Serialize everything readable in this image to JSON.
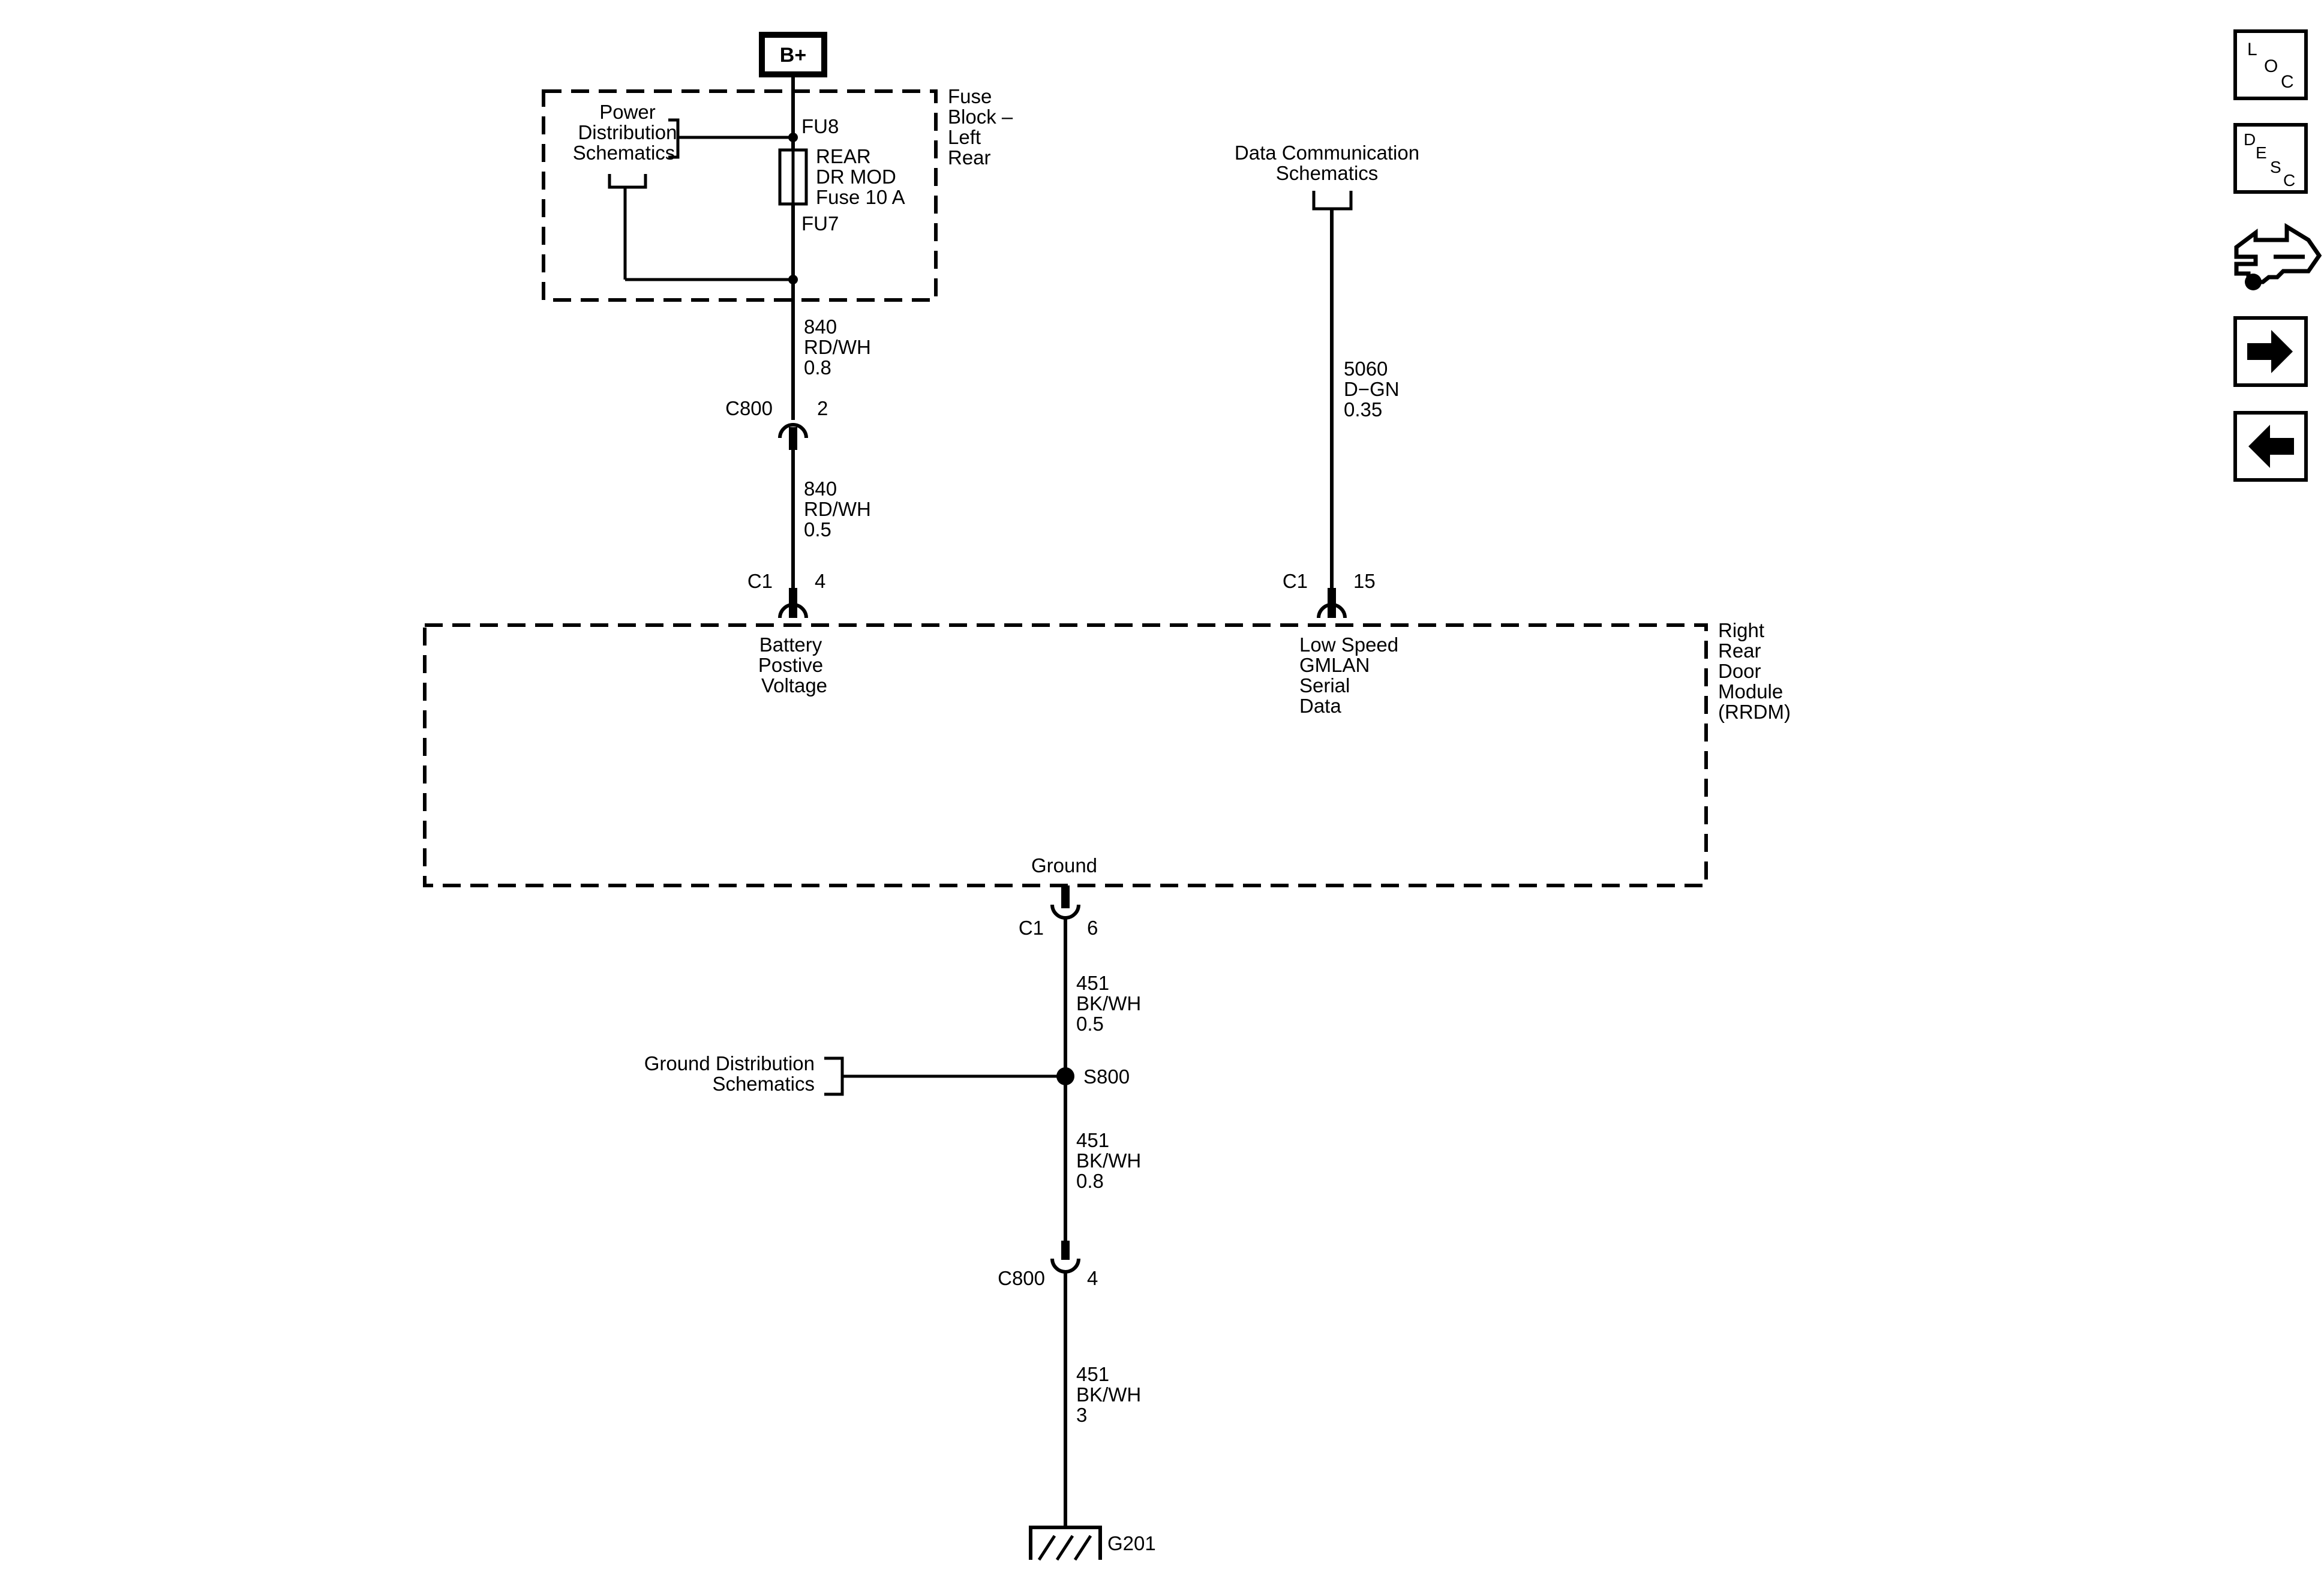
{
  "battery": {
    "label": "B+"
  },
  "fuse_block": {
    "title": [
      "Fuse",
      "Block –",
      "Left",
      "Rear"
    ],
    "power_dist_ref": [
      "Power",
      "Distribution",
      "Schematics"
    ],
    "terminal_top": "FU8",
    "fuse_label": [
      "REAR",
      "DR MOD",
      "Fuse 10 A"
    ],
    "terminal_bottom": "FU7"
  },
  "wires": {
    "w840_a": [
      "840",
      "RD/WH",
      "0.8"
    ],
    "w840_b": [
      "840",
      "RD/WH",
      "0.5"
    ],
    "w5060": [
      "5060",
      "D−GN",
      "0.35"
    ],
    "w451_a": [
      "451",
      "BK/WH",
      "0.5"
    ],
    "w451_b": [
      "451",
      "BK/WH",
      "0.8"
    ],
    "w451_c": [
      "451",
      "BK/WH",
      "3"
    ]
  },
  "connectors": {
    "c800_top": {
      "name": "C800",
      "pin": "2"
    },
    "c1_power": {
      "name": "C1",
      "pin": "4"
    },
    "c1_data": {
      "name": "C1",
      "pin": "15"
    },
    "c1_ground": {
      "name": "C1",
      "pin": "6"
    },
    "c800_bottom": {
      "name": "C800",
      "pin": "4"
    }
  },
  "data_comm_ref": [
    "Data Communication",
    "Schematics"
  ],
  "module": {
    "name": [
      "Right",
      "Rear",
      "Door",
      "Module",
      "(RRDM)"
    ],
    "pin_power": [
      "Battery",
      "Postive",
      "Voltage"
    ],
    "pin_data": [
      "Low Speed",
      "GMLAN",
      "Serial",
      "Data"
    ],
    "pin_ground": "Ground"
  },
  "ground_dist_ref": [
    "Ground Distribution",
    "Schematics"
  ],
  "splice": "S800",
  "ground_point": "G201",
  "nav": {
    "loc": [
      "L",
      "O",
      "C"
    ],
    "desc": [
      "D",
      "E",
      "S",
      "C"
    ],
    "connector_icon": "connector-end-view-icon",
    "next_icon": "arrow-right-icon",
    "prev_icon": "arrow-left-icon"
  }
}
